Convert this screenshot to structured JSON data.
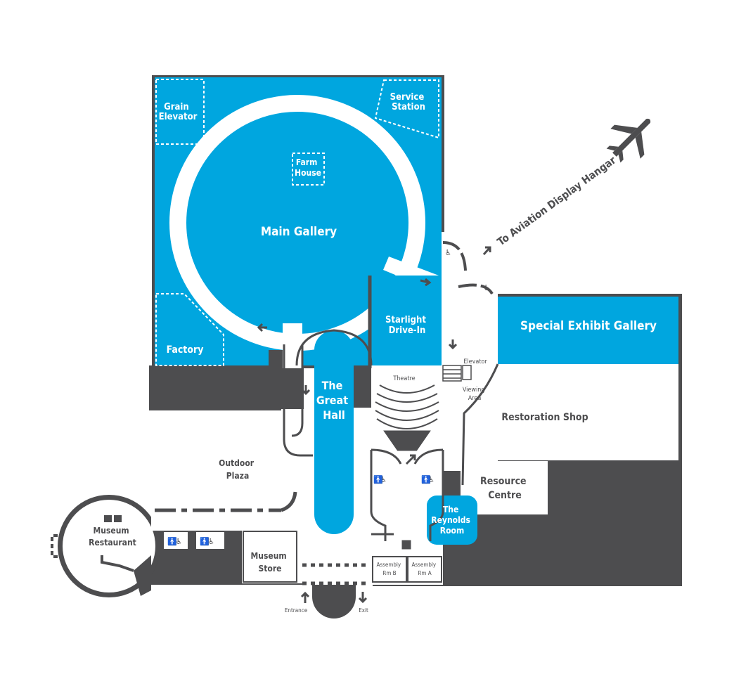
{
  "colors": {
    "gallery_blue": "#00a6df",
    "wall_dark": "#4d4d4f",
    "floor_white": "#ffffff",
    "text_dark": "#58595b"
  },
  "labels": {
    "grain_elevator": [
      "Grain",
      "Elevator"
    ],
    "service_station": [
      "Service",
      "Station"
    ],
    "farm_house": [
      "Farm",
      "House"
    ],
    "main_gallery": "Main Gallery",
    "factory": "Factory",
    "starlight": [
      "Starlight",
      "Drive-In"
    ],
    "great_hall": [
      "The",
      "Great",
      "Hall"
    ],
    "special_exhibit": "Special Exhibit Gallery",
    "elevator": "Elevator",
    "theatre": "Theatre",
    "viewing_area": [
      "Viewing",
      "Area"
    ],
    "restoration_shop": "Restoration Shop",
    "resource_centre": [
      "Resource",
      "Centre"
    ],
    "reynolds_room": [
      "The",
      "Reynolds",
      "Room"
    ],
    "outdoor_plaza": [
      "Outdoor",
      "Plaza"
    ],
    "museum_restaurant": [
      "Museum",
      "Restaurant"
    ],
    "museum_store": [
      "Museum",
      "Store"
    ],
    "assembly_b": [
      "Assembly",
      "Rm B"
    ],
    "assembly_a": [
      "Assembly",
      "Rm A"
    ],
    "entrance": "Entrance",
    "exit": "Exit",
    "aviation": "To Aviation Display Hangar"
  },
  "icons": [
    "airplane-icon",
    "accessible-icon",
    "washroom-icon",
    "restaurant-icon",
    "direction-arrow-icon"
  ]
}
